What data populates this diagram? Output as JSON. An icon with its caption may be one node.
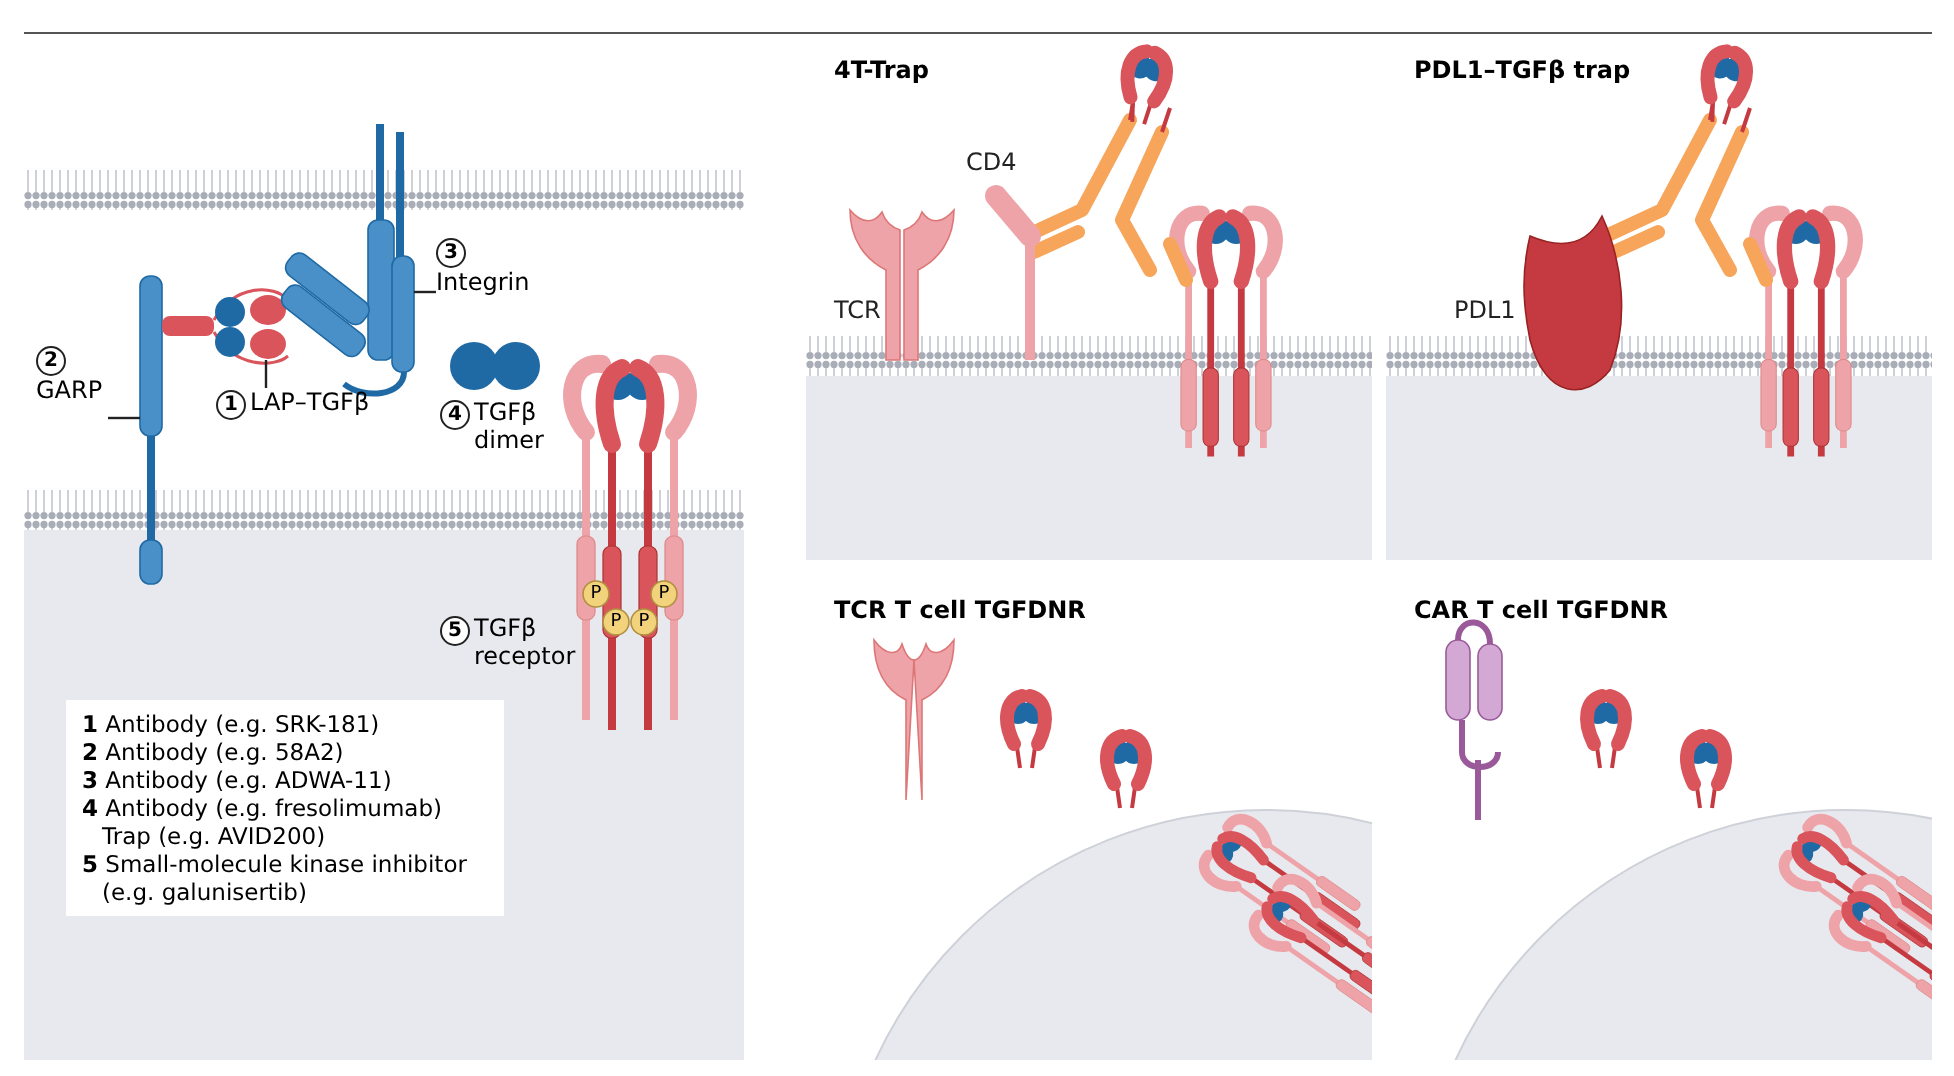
{
  "diagram": {
    "nodes": [
      {
        "text": [
          "2",
          "GARP"
        ]
      },
      {
        "text": [],
        "shape": "picture"
      },
      {
        "text": [
          "1",
          "LAP–TGFβ"
        ]
      },
      {
        "text": [],
        "shape": "picture"
      },
      {
        "text": [
          "3",
          "Integrin"
        ]
      },
      {
        "text": [],
        "shape": "picture"
      },
      {
        "text": [
          "**1** Antibody (e.g. SRK-181)",
          "**2** Antibody (e.g. 58A2)",
          "**3** Antibody (e.g. ADWA-11)",
          "**4** Antibody (e.g. fresolimumab)",
          "Trap (e.g. AVID200)",
          "**5** Small-molecule kinase inhibitor (e.g. galunisertib)"
        ]
      },
      {
        "text": [
          "4T-Trap"
        ]
      },
      {
        "text": [
          "PDL1–TGFβ trap"
        ]
      },
      {
        "text": [
          "TCR T cell TGFDNR"
        ]
      },
      {
        "text": [
          "CAR T cell TGFDNR"
        ]
      },
      {
        "text": [
          "4",
          "TGFβ dimer"
        ]
      },
      {
        "text": [
          "5",
          "TGFβ receptor"
        ]
      }
    ],
    "edges": [
      {
        "from": 0,
        "to": 1,
        "arrow": "none"
      },
      {
        "from": 2,
        "to": 3,
        "arrow": "none"
      },
      {
        "from": 4,
        "to": 5,
        "arrow": "none"
      }
    ],
    "labels": [
      "P",
      "P",
      "P",
      "P",
      "CD4",
      "TCR",
      "PDL1"
    ]
  }
}
